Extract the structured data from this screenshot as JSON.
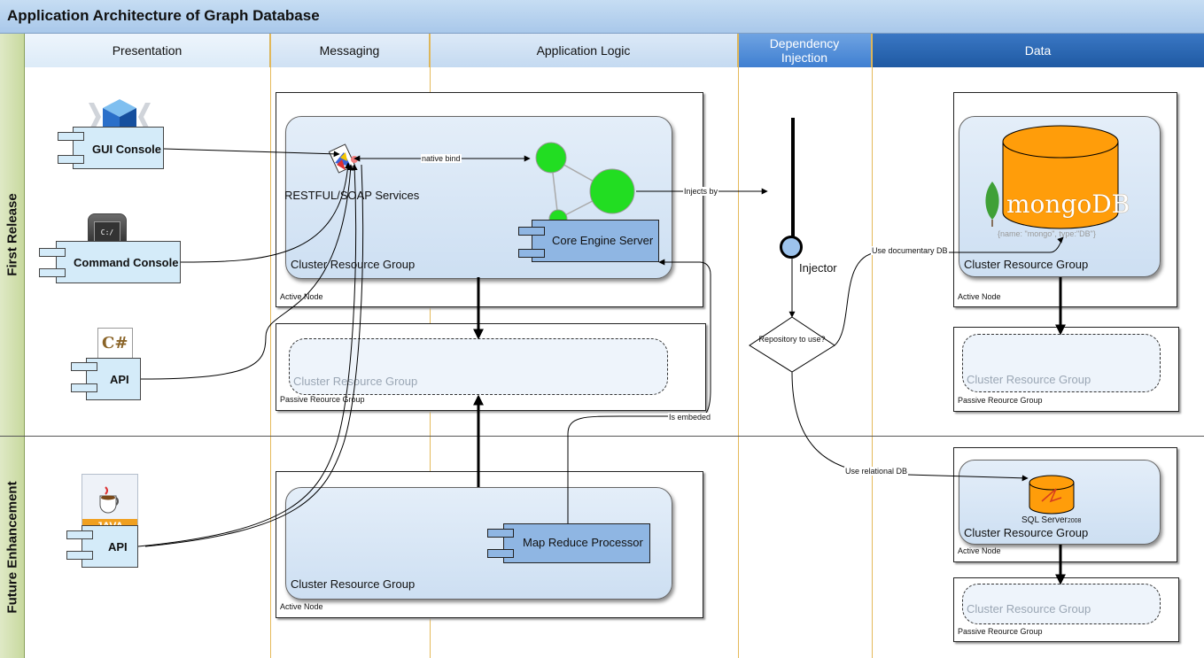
{
  "title": "Application Architecture of Graph Database",
  "lanes": [
    "First Release",
    "Future Enhancement"
  ],
  "columns": [
    "Presentation",
    "Messaging",
    "Application Logic",
    "Dependency Injection",
    "Data"
  ],
  "colors": {
    "title_bar": "#b3cfee",
    "lane_header": "#d3e2b3",
    "column_header_light": "#e4f0fb",
    "column_header_mid": "#cfe1f4",
    "column_header_blue": "#4b8ad8",
    "column_header_dark": "#2866b0",
    "cluster_fill": "#d6e6f6",
    "component_fill": "#d4ebf9",
    "graph_node": "#22dd22",
    "mongo_cylinder": "#ff9d0a"
  },
  "presentation": {
    "gui_console": "GUI Console",
    "command_console": "Command Console",
    "csharp_api": "API",
    "java_api": "API",
    "csharp_icon_text": "C#",
    "java_icon_text": "JAVA",
    "cmd_icon_text": "C:/"
  },
  "messaging": {
    "services_label": "RESTFUL/SOAP Services",
    "cluster_label": "Cluster Resource Group",
    "active_node": "Active Node",
    "passive_cluster": "Cluster Resource Group",
    "passive_node": "Passive Reource Group",
    "future_cluster": "Cluster Resource Group",
    "future_active_node": "Active Node"
  },
  "logic": {
    "core_engine": "Core Engine Server",
    "map_reduce": "Map Reduce Processor"
  },
  "di": {
    "injector": "Injector",
    "decision": "Repository to use?"
  },
  "data": {
    "mongo_brand": "mongoDB",
    "mongo_caption": "{name: \"mongo\", type:\"DB\"}",
    "mongo_cluster": "Cluster Resource Group",
    "mongo_active_node": "Active Node",
    "mongo_passive_cluster": "Cluster Resource Group",
    "mongo_passive_node": "Passive Reource Group",
    "sql_brand": "SQL Server",
    "sql_version": "2008",
    "sql_cluster": "Cluster Resource Group",
    "sql_active_node": "Active Node",
    "sql_passive_cluster": "Cluster Resource Group",
    "sql_passive_node": "Passive Reource Group"
  },
  "edges": {
    "native_bind": "native bind",
    "injects_by": "Injects by",
    "use_documentary": "Use documentary DB",
    "use_relational": "Use relational DB",
    "is_embeded": "Is embeded"
  }
}
